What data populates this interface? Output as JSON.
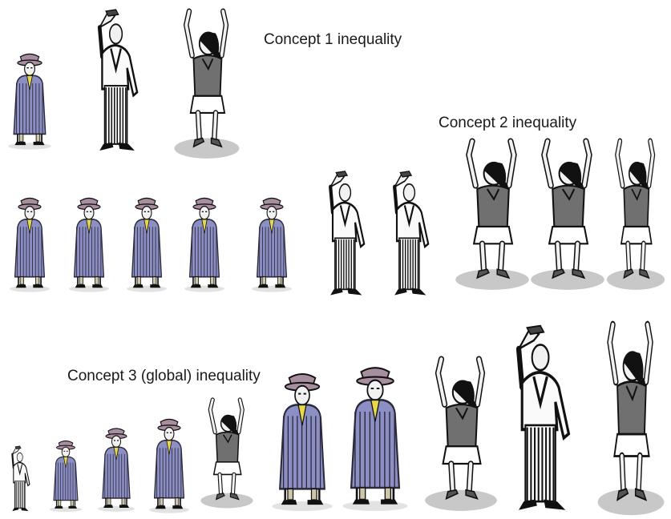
{
  "labels": {
    "concept1": "Concept 1 inequality",
    "concept2": "Concept 2 inequality",
    "concept3": "Concept 3 (global) inequality"
  },
  "rows": {
    "concept1": [
      "coat-man",
      "striped-man",
      "girl"
    ],
    "concept2": [
      "coat-man",
      "coat-man",
      "coat-man",
      "coat-man",
      "coat-man",
      "striped-man",
      "striped-man",
      "girl",
      "girl",
      "girl"
    ],
    "concept3": [
      "striped-man",
      "coat-man",
      "coat-man",
      "coat-man",
      "girl",
      "coat-man",
      "coat-man",
      "girl",
      "striped-man",
      "girl"
    ]
  },
  "colors": {
    "coat": "#8c8fc4",
    "coat_dark": "#2a2a3a",
    "hat": "#a88fa0",
    "skin": "#f1f1f1",
    "girl_shirt": "#707070",
    "shadow": "#c8c8c8",
    "ink": "#111111"
  }
}
